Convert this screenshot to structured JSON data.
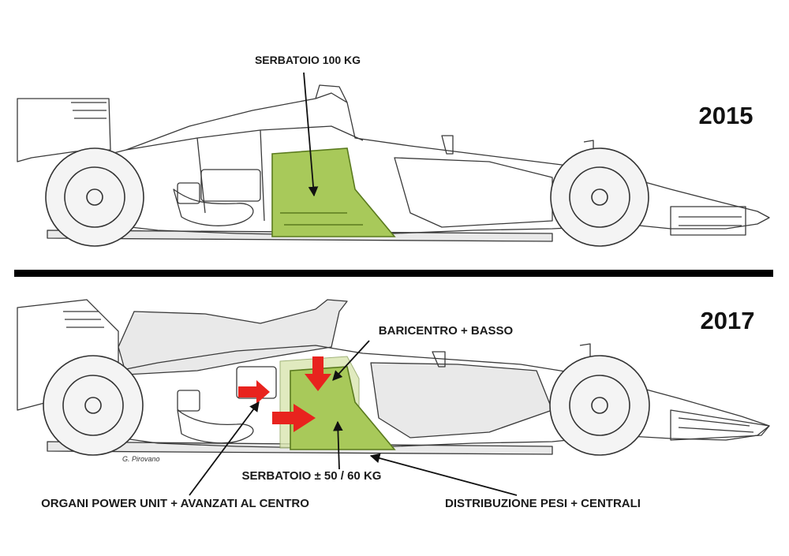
{
  "panels": {
    "top": {
      "year": "2015",
      "tank_label": "SERBATOIO 100 KG"
    },
    "bottom": {
      "year": "2017",
      "cog_label": "BARICENTRO + BASSO",
      "tank_label": "SERBATOIO ± 50 / 60 KG",
      "power_unit_label": "ORGANI POWER UNIT + AVANZATI AL CENTRO",
      "weight_label": "DISTRIBUZIONE PESI + CENTRALI",
      "signature": "G. Pirovano"
    }
  },
  "colors": {
    "tank_green": "#a8c95a",
    "tank_green_light": "#d9e6b0",
    "arrow_red": "#e8231e",
    "divider": "#000000"
  }
}
